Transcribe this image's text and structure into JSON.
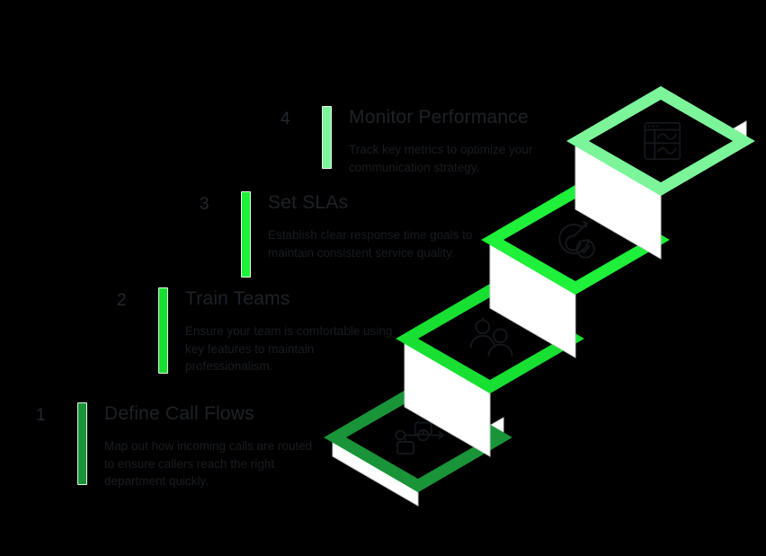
{
  "background_color": "#000000",
  "theme": {
    "text_title_color": "#1d2226",
    "text_desc_color": "#181c20",
    "number_color": "#23282d",
    "bar_outline_color": "#e8f6ec",
    "side_face_color": "#ffffff",
    "side_shadow_color": "#d8dcd9"
  },
  "steps": [
    {
      "number": "1",
      "title": "Define Call Flows",
      "description": "Map out how incoming calls are routed to ensure callers reach the right department quickly.",
      "accent_color": "#1a9438",
      "icon": "flowchart-icon"
    },
    {
      "number": "2",
      "title": "Train Teams",
      "description": "Ensure your team is comfortable using key features to maintain professionalism.",
      "accent_color": "#18e033",
      "icon": "people-training-icon"
    },
    {
      "number": "3",
      "title": "Set SLAs",
      "description": "Establish clear response time goals to maintain consistent service quality.",
      "accent_color": "#1ff03a",
      "icon": "target-check-icon"
    },
    {
      "number": "4",
      "title": "Monitor Performance",
      "description": "Track key metrics to optimize your communication strategy.",
      "accent_color": "#7cf59a",
      "icon": "analytics-dashboard-icon"
    }
  ]
}
